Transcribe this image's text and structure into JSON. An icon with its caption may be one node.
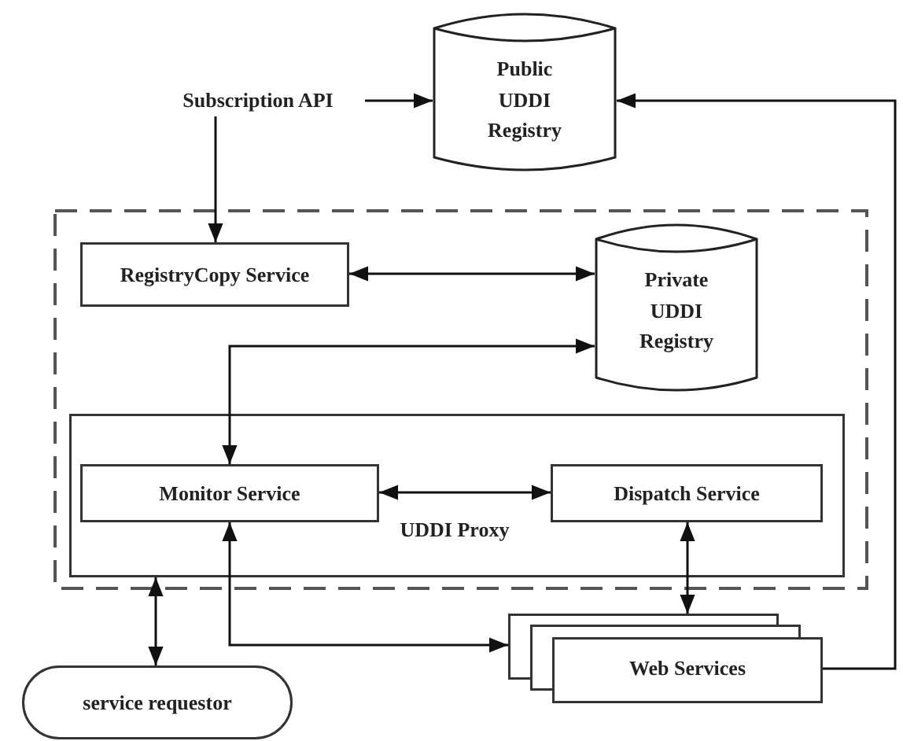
{
  "diagram": {
    "nodes": [
      {
        "text": [
          "Subscription API"
        ]
      },
      {
        "text": [
          "Public UDDI Registry"
        ]
      },
      {
        "text": [],
        "shape": "box"
      },
      {
        "text": [
          "RegistryCopy Service"
        ],
        "in": 2
      },
      {
        "text": [
          "Private UDDI Registry"
        ],
        "in": 2
      },
      {
        "text": [
          "UDDI Proxy"
        ],
        "in": 2
      },
      {
        "text": [
          "Monitor Service"
        ],
        "in": 5
      },
      {
        "text": [
          "Dispatch Service"
        ],
        "in": 5
      },
      {
        "text": [
          "Web Services"
        ]
      },
      {
        "text": [
          "service requestor"
        ]
      }
    ],
    "edges": [
      {
        "from": 0,
        "to": 1,
        "arrow": "to"
      },
      {
        "from": 0,
        "to": 3,
        "arrow": "to"
      },
      {
        "from": 3,
        "to": 4,
        "arrow": "both"
      },
      {
        "from": 6,
        "to": 4,
        "arrow": "both"
      },
      {
        "from": 6,
        "to": 7,
        "arrow": "both"
      },
      {
        "from": 7,
        "to": 8,
        "arrow": "both"
      },
      {
        "from": 6,
        "to": 8,
        "arrow": "both"
      },
      {
        "from": 9,
        "to": 5,
        "arrow": "both"
      },
      {
        "from": 8,
        "to": 1,
        "arrow": "to"
      }
    ]
  }
}
